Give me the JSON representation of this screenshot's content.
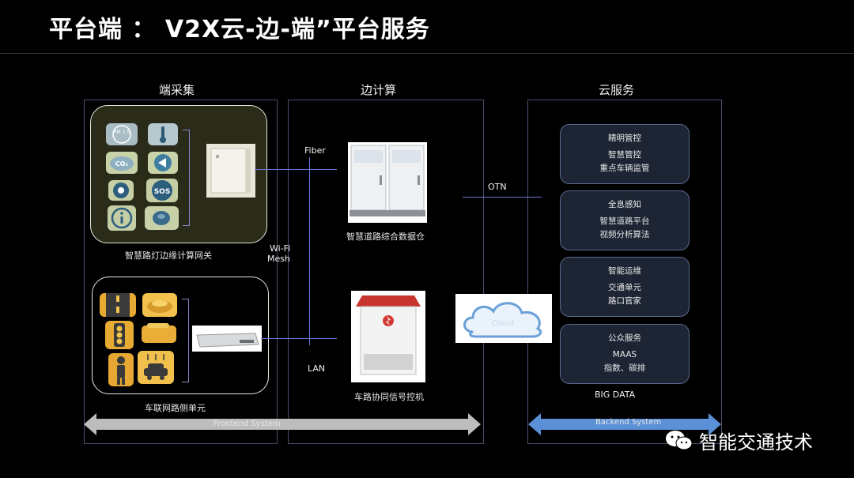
{
  "title": "平台端 ： V2X云-边-端”平台服务",
  "columns": {
    "left": "端采集",
    "middle": "边计算",
    "right": "云服务"
  },
  "left": {
    "sensor_group_caption": "智慧路灯边缘计算网关",
    "rsu_group_caption": "车联网路侧单元",
    "sensor_tile_labels": {
      "pm": "PM 2.5",
      "co2": "CO₂",
      "sos": "SOS"
    }
  },
  "middle": {
    "fiber": "Fiber",
    "wifi_line1": "Wi-Fi",
    "wifi_line2": "Mesh",
    "lan": "LAN",
    "datacenter_caption": "智慧道路综合数据仓",
    "signal_caption": "车路协同信号控机"
  },
  "otn": "OTN",
  "cloud_image_text": "Cloud",
  "services": [
    {
      "heading": "精明管控",
      "lines": [
        "智慧管控",
        "重点车辆监管"
      ]
    },
    {
      "heading": "全息感知",
      "lines": [
        "智慧道路平台",
        "视频分析算法"
      ]
    },
    {
      "heading": "智能运维",
      "lines": [
        "交通单元",
        "路口官家"
      ]
    },
    {
      "heading": "公众服务",
      "lines": [
        "MAAS",
        "指数、碳排"
      ]
    }
  ],
  "big_data": "BIG  DATA",
  "frontend_arrow": "Frontend System",
  "backend_arrow": "Backend System",
  "watermark": "智能交通技术",
  "colors": {
    "background": "#000000",
    "column_border": "#4a4f6a",
    "link_line": "#6a78d8",
    "sensor_panel": "#2b2b19",
    "service_box": "#1d2433",
    "frontend_arrow": "#bdbdbd",
    "backend_arrow": "#5b8fd6"
  },
  "icons": [
    "pm25-sensor-icon",
    "thermometer-icon",
    "co2-sensor-icon",
    "speaker-icon",
    "target-sensor-icon",
    "sos-icon",
    "info-icon",
    "round-sensor-icon",
    "road-lane-icon",
    "rsu-unit-icon",
    "traffic-light-icon",
    "rsu-box-icon",
    "pedestrian-icon",
    "car-wash-icon",
    "cloud-icon",
    "wechat-icon"
  ]
}
